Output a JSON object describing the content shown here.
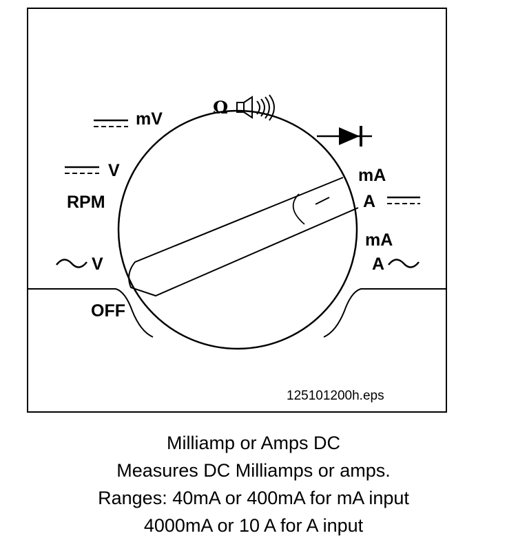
{
  "dial": {
    "labels": {
      "mv": "mV",
      "v_dc": "V",
      "rpm": "RPM",
      "v_ac": "V",
      "off": "OFF",
      "ma_dc": "mA",
      "a_dc": "A",
      "ma_ac": "mA",
      "a_ac": "A"
    },
    "ohm_symbol": "Ω",
    "knob_marker": "–",
    "icons": [
      "dc-symbol-icon",
      "ac-symbol-icon",
      "speaker-icon",
      "diode-icon"
    ]
  },
  "figure_filename": "125101200h.eps",
  "caption": {
    "line1": "Milliamp or Amps DC",
    "line2": "Measures DC Milliamps or amps.",
    "line3": "Ranges: 40mA or 400mA for mA input",
    "line4": "4000mA or 10 A for A input"
  }
}
